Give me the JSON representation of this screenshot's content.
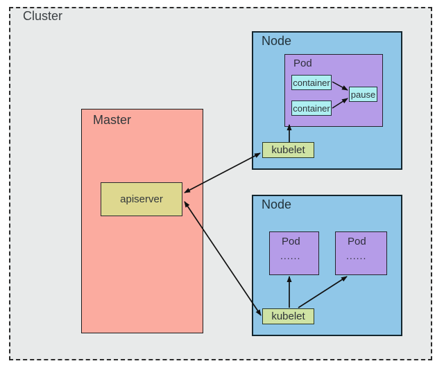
{
  "diagram": {
    "cluster_label": "Cluster",
    "master": {
      "label": "Master",
      "apiserver_label": "apiserver"
    },
    "node_top": {
      "label": "Node",
      "pod": {
        "label": "Pod",
        "containers": [
          "container",
          "container"
        ],
        "pause_label": "pause"
      },
      "kubelet_label": "kubelet"
    },
    "node_bottom": {
      "label": "Node",
      "pods": [
        {
          "label": "Pod",
          "dots": "......"
        },
        {
          "label": "Pod",
          "dots": "......"
        }
      ],
      "kubelet_label": "kubelet"
    },
    "edges": [
      "apiserver <-> kubelet (top node), double arrow",
      "apiserver <-> kubelet (bottom node), double arrow",
      "kubelet (top) -> Pod",
      "container -> pause",
      "container -> pause",
      "kubelet (bottom) -> Pod (left)",
      "kubelet (bottom) -> Pod (right)"
    ],
    "colors": {
      "cluster_bg": "#e8eaea",
      "master_bg": "#fbab9f",
      "apiserver_bg": "#ded88f",
      "node_bg": "#90c7e8",
      "pod_bg": "#b59ce8",
      "container_bg": "#aeeff1",
      "kubelet_bg": "#cfe3a4",
      "arrow": "#111111",
      "border": "#1c1c1c"
    }
  }
}
